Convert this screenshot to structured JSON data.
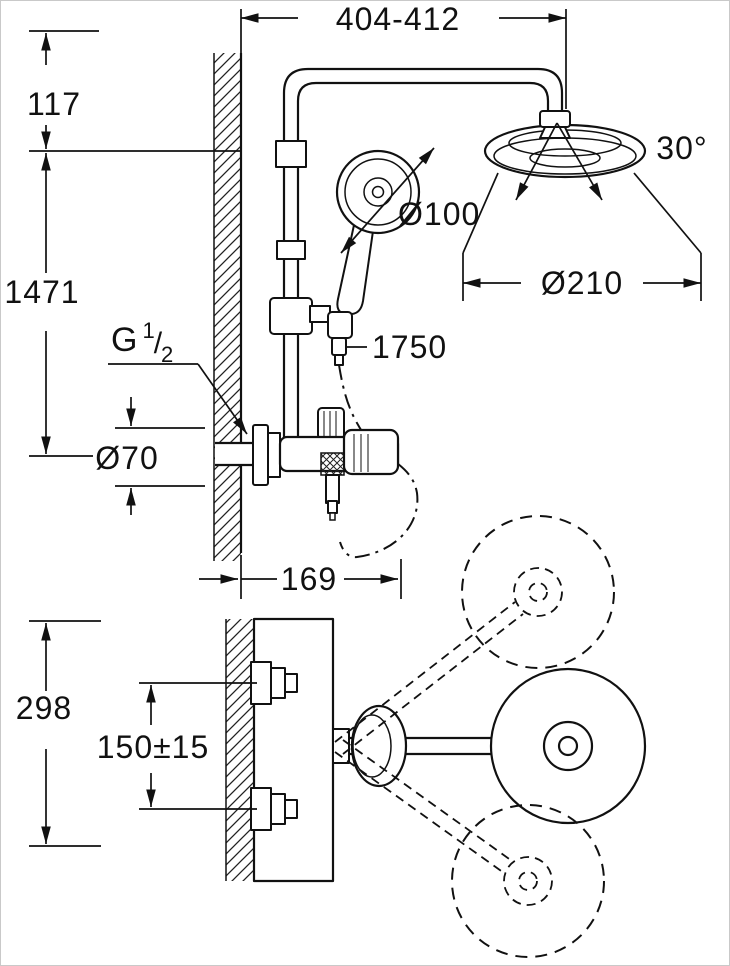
{
  "colors": {
    "ink": "#111111",
    "background": "#ffffff"
  },
  "labels": {
    "top_span": "404-412",
    "top_offset": "117",
    "riser_height": "1471",
    "thread_g": "G",
    "thread_numerator": "1",
    "thread_slash": "/",
    "thread_denominator": "2",
    "escutcheon_diameter": "Ø70",
    "handshower_diameter": "Ø100",
    "head_swivel_angle": "30°",
    "headshower_diameter": "Ø210",
    "hose_length": "1750",
    "wall_distance": "169",
    "bottom_view_height": "298",
    "supply_spacing": "150±15"
  }
}
